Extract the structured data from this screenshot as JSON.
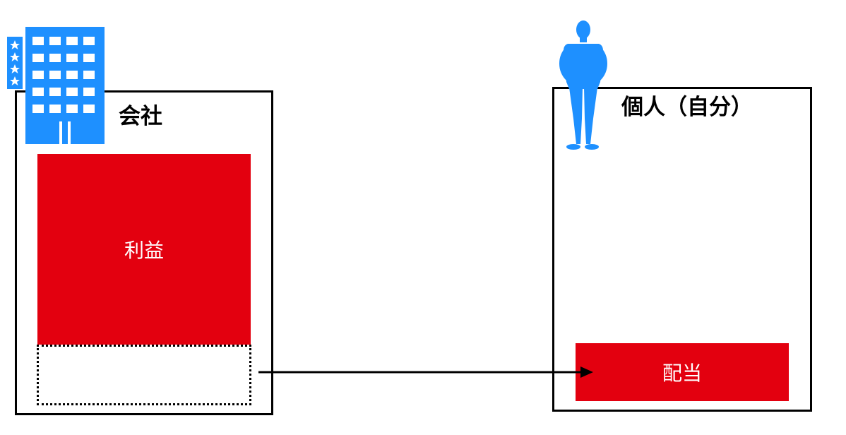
{
  "colors": {
    "accent_red": "#e3000f",
    "icon_blue": "#1e90ff",
    "border": "#000000",
    "text_on_red": "#ffffff"
  },
  "company": {
    "title": "会社",
    "profit_label": "利益",
    "icon": "building-icon"
  },
  "individual": {
    "title": "個人（自分）",
    "dividend_label": "配当",
    "icon": "person-icon"
  }
}
